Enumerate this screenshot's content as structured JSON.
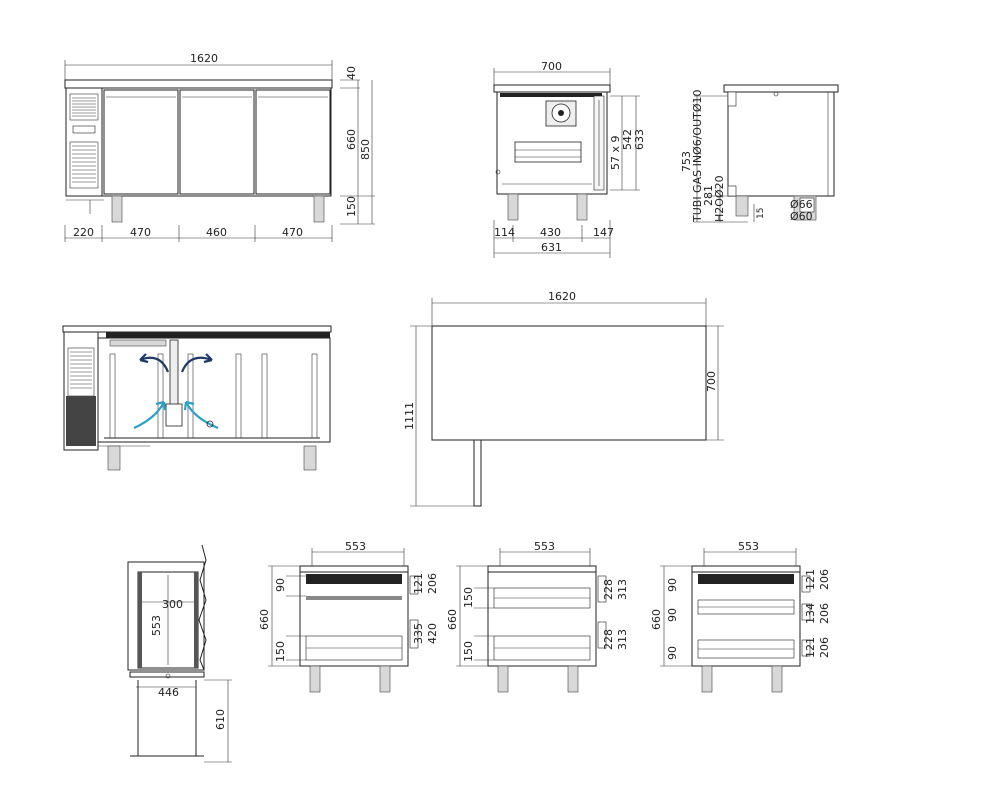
{
  "front_view": {
    "overall_width": "1620",
    "top_thickness": "40",
    "body_height": "660",
    "total_height": "850",
    "leg_height": "150",
    "widths": [
      "220",
      "470",
      "460",
      "470"
    ]
  },
  "side_view": {
    "depth": "700",
    "dim_542": "542",
    "dim_633": "633",
    "dim_57x9": "57 x 9",
    "bottom_left": "114",
    "bottom_mid": "430",
    "bottom_right": "147",
    "bottom_total": "631"
  },
  "back_view": {
    "dim_753": "753",
    "gas_label": "TUBI GAS INØ6/OUTØ10",
    "dim_281": "281",
    "water_label": "H2OØ20",
    "dim_15": "15",
    "dia_66": "Ø66",
    "dia_60": "Ø60"
  },
  "plan_view": {
    "width": "1620",
    "depth": "700",
    "total": "1111"
  },
  "door_detail": {
    "inner_width": "300",
    "inner_height": "553",
    "base_width": "446",
    "base_height": "610"
  },
  "section_1": {
    "width": "553",
    "height": "660",
    "dim_90": "90",
    "dim_150": "150",
    "dim_121": "121",
    "dim_206": "206",
    "dim_335": "335",
    "dim_420": "420"
  },
  "section_2": {
    "width": "553",
    "height": "660",
    "dim_150a": "150",
    "dim_150b": "150",
    "dim_228a": "228",
    "dim_313a": "313",
    "dim_228b": "228",
    "dim_313b": "313"
  },
  "section_3": {
    "width": "553",
    "height": "660",
    "dim_90a": "90",
    "dim_90b": "90",
    "dim_90c": "90",
    "dim_121a": "121",
    "dim_206a": "206",
    "dim_134": "134",
    "dim_206b": "206",
    "dim_121b": "121",
    "dim_206c": "206"
  }
}
